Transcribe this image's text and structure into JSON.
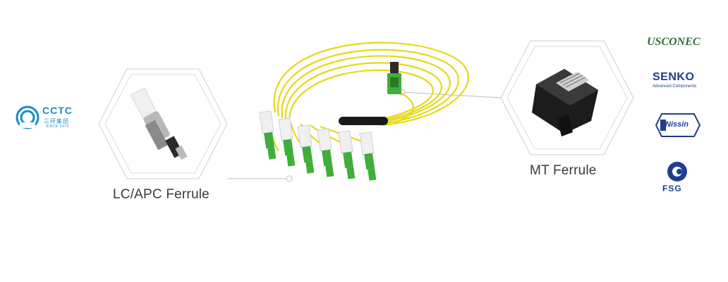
{
  "captions": {
    "left": "LC/APC Ferrule",
    "right": "MT Ferrule"
  },
  "logos": {
    "cctc": {
      "name": "CCTC",
      "sub_cn": "三环集团",
      "since": "SINCE 1970"
    },
    "usconec": "USCONEC",
    "senko": {
      "name": "SENKO",
      "sub": "Advanced Components"
    },
    "nissin": "Nissin",
    "fsg": "FSG"
  },
  "colors": {
    "cable_yellow": "#e6d81a",
    "connector_green": "#3fae3a",
    "hexagon_gray": "#c9c9c9",
    "logo_blue": "#1e3f8f"
  }
}
